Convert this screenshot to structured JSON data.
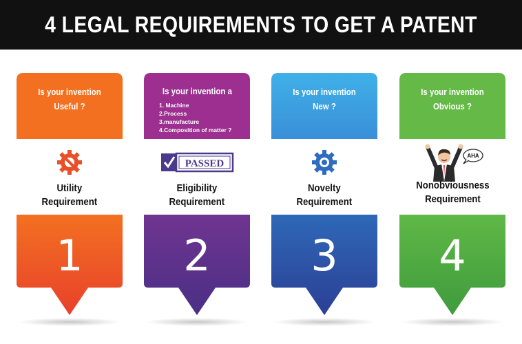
{
  "title": "4 LEGAL REQUIREMENTS TO GET A PATENT",
  "cards": [
    {
      "question": [
        "Is your invention",
        "Useful ?"
      ],
      "requirement": [
        "Utility",
        "Requirement"
      ],
      "number": "1",
      "icon": "gear-wrench-icon",
      "colors": {
        "top": "#f37021",
        "bottom_start": "#f37021",
        "bottom_end": "#e8412b"
      }
    },
    {
      "question": [
        "Is your invention a"
      ],
      "list": [
        "1. Machine",
        "2.Process",
        "3.manufacture",
        "4.Composition of matter ?"
      ],
      "requirement": [
        "Eligibility",
        "Requirement"
      ],
      "number": "2",
      "icon": "passed-stamp-icon",
      "stamp_text": "PASSED",
      "colors": {
        "top": "#9c2f8f",
        "bottom_start": "#6f3590",
        "bottom_end": "#4a2f86"
      }
    },
    {
      "question": [
        "Is your invention",
        "New ?"
      ],
      "requirement": [
        "Novelty",
        "Requirement"
      ],
      "number": "3",
      "icon": "gear-icon",
      "colors": {
        "top": "#3f9fe0",
        "bottom_start": "#2f68b8",
        "bottom_end": "#2b3f94"
      }
    },
    {
      "question": [
        "Is your invention",
        "Obvious ?"
      ],
      "requirement": [
        "Nonobviousness",
        "Requirement"
      ],
      "number": "4",
      "icon": "aha-person-icon",
      "bubble_text": "AHA",
      "colors": {
        "top": "#64b947",
        "bottom_start": "#5fb846",
        "bottom_end": "#3f9b3d"
      }
    }
  ]
}
